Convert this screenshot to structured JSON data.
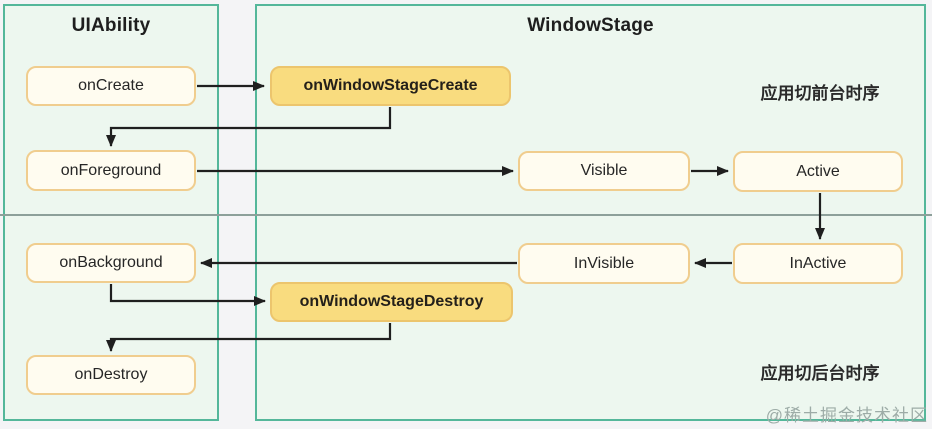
{
  "diagram": {
    "left_panel": {
      "title": "UIAbility"
    },
    "right_panel": {
      "title": "WindowStage"
    },
    "nodes": {
      "on_create": "onCreate",
      "on_window_stage_create": "onWindowStageCreate",
      "on_foreground": "onForeground",
      "visible": "Visible",
      "active": "Active",
      "on_background": "onBackground",
      "invisible": "InVisible",
      "inactive": "InActive",
      "on_window_stage_destroy": "onWindowStageDestroy",
      "on_destroy": "onDestroy"
    },
    "annotations": {
      "foreground_sequence": "应用切前台时序",
      "background_sequence": "应用切后台时序"
    },
    "edges": [
      {
        "from": "onCreate",
        "to": "onWindowStageCreate"
      },
      {
        "from": "onWindowStageCreate",
        "to": "onForeground"
      },
      {
        "from": "onForeground",
        "to": "Visible"
      },
      {
        "from": "Visible",
        "to": "Active"
      },
      {
        "from": "Active",
        "to": "InActive"
      },
      {
        "from": "InActive",
        "to": "InVisible"
      },
      {
        "from": "InVisible",
        "to": "onBackground"
      },
      {
        "from": "onBackground",
        "to": "onWindowStageDestroy"
      },
      {
        "from": "onWindowStageDestroy",
        "to": "onDestroy"
      }
    ],
    "colors": {
      "panel_border": "#54b79a",
      "panel_fill": "#edf7ef",
      "node_fill": "#fffcf0",
      "node_border": "#f0cd8e",
      "highlight_fill": "#f9dc7f",
      "highlight_border": "#ecc56d",
      "arrow": "#1f1f1f",
      "divider": "#8da09a"
    }
  },
  "watermark": "@稀土掘金技术社区"
}
